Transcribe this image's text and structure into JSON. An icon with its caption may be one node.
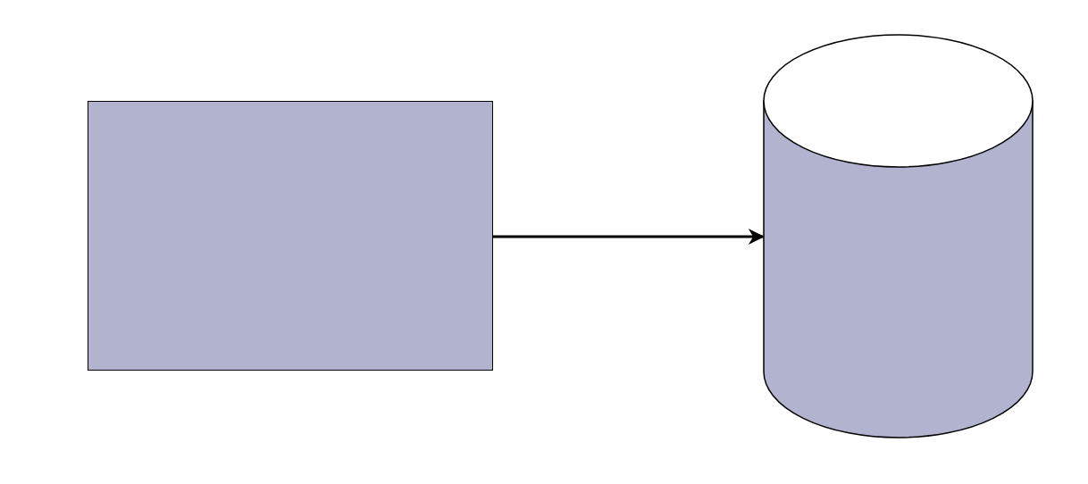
{
  "diagram": {
    "nodes": [
      {
        "text": [],
        "shape": "box"
      },
      {
        "text": [],
        "shape": "cylinder"
      }
    ],
    "edges": [
      {
        "from": 0,
        "to": 1,
        "arrow": "to"
      }
    ]
  }
}
